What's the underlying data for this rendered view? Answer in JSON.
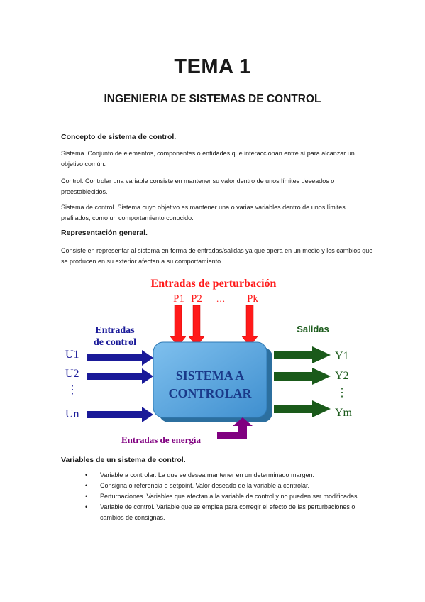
{
  "title": "TEMA 1",
  "subtitle": "INGENIERIA DE SISTEMAS DE CONTROL",
  "section1": {
    "heading": "Concepto de sistema de control.",
    "p1": "Sistema. Conjunto de elementos, componentes o entidades que interaccionan entre sí para alcanzar un objetivo común.",
    "p2": "Control. Controlar una variable consiste en mantener su valor dentro de unos límites deseados o preestablecidos.",
    "p3": "Sistema de control. Sistema cuyo objetivo es mantener una o varias variables dentro de unos límites prefijados, como un comportamiento conocido."
  },
  "section2": {
    "heading": "Representación general.",
    "p1": "Consiste en representar al sistema en forma de entradas/salidas ya que opera en un medio y los cambios que se producen en su exterior afectan a su comportamiento."
  },
  "diagram": {
    "perturbation_title": "Entradas de perturbación",
    "p1": "P1",
    "p2": "P2",
    "dots_h": "…",
    "pk": "Pk",
    "control_title_1": "Entradas",
    "control_title_2": "de control",
    "u1": "U1",
    "u2": "U2",
    "dots_v": "⋮",
    "un": "Un",
    "box_line1": "SISTEMA A",
    "box_line2": "CONTROLAR",
    "outputs_title": "Salidas",
    "y1": "Y1",
    "y2": "Y2",
    "dots_v2": "⋮",
    "ym": "Ym",
    "energy_title": "Entradas de energía",
    "colors": {
      "red": "#ff1a1a",
      "blue": "#1a1a99",
      "green": "#1a5a1a",
      "purple": "#800080",
      "box": "#5ba6dc"
    }
  },
  "section3": {
    "heading": "Variables de un sistema de control.",
    "items": [
      "Variable a controlar. La que se desea mantener en un determinado margen.",
      "Consigna o referencia o setpoint. Valor deseado de la variable a controlar.",
      "Perturbaciones. Variables que afectan a la variable de control y no pueden ser modificadas.",
      "Variable de control. Variable que se emplea para corregir el efecto de las perturbaciones o cambios de consignas."
    ]
  }
}
